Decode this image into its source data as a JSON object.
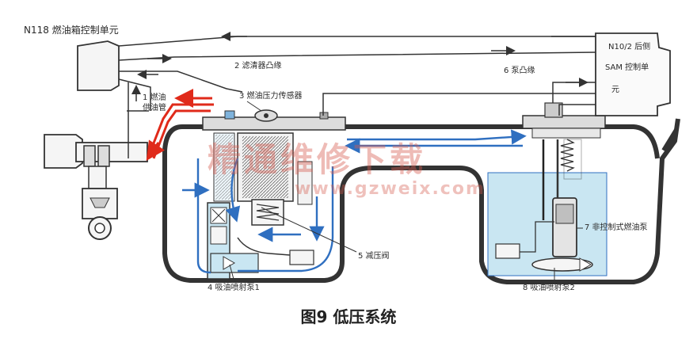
{
  "labels": {
    "n118": "N118 燃油箱控制单元",
    "line2": "2 滤清器凸缘",
    "line3": "3 燃油压力传感器",
    "line1a": "1 燃油",
    "line1b": "供油管",
    "line6": "6 泵凸缘",
    "sam_a": "N10/2 后侧",
    "sam_b": "SAM 控制单",
    "sam_c": "元",
    "line7": "7 非控制式燃油泵",
    "line5": "5 减压阀",
    "line4": "4 吸油喷射泵1",
    "line8": "8 吸油喷射泵2"
  },
  "caption": "图9 低压系统",
  "watermark": {
    "cn": "精通维修下载",
    "url": "www.gzweix.com"
  },
  "colors": {
    "fuel_flow": "#2f6fc0",
    "supply_line": "#e02a1a",
    "tank_fill": "#c9e6f2",
    "watermark": "#d65c50",
    "outline": "#333333"
  }
}
